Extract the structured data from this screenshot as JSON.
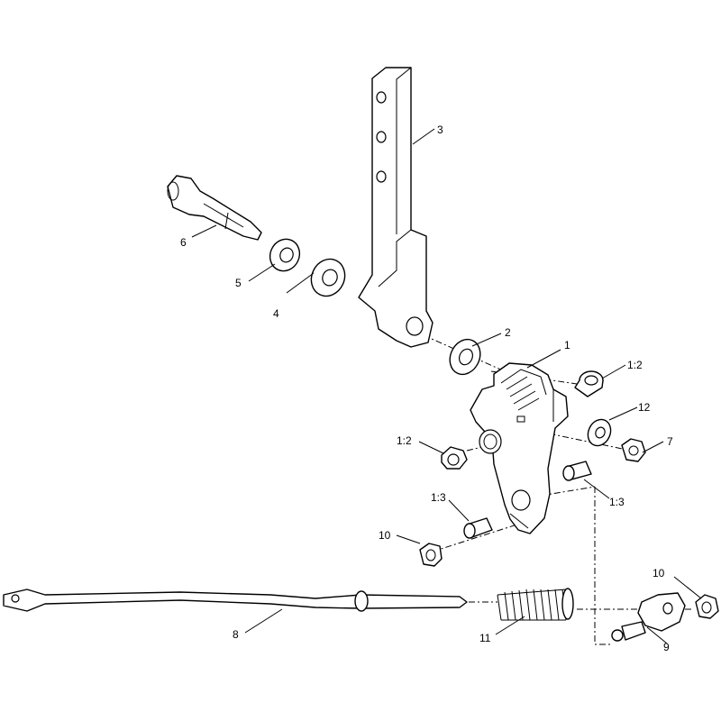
{
  "callouts": {
    "c1": "1",
    "c2": "2",
    "c3": "3",
    "c4": "4",
    "c5": "5",
    "c6": "6",
    "c7": "7",
    "c8": "8",
    "c9": "9",
    "c10a": "10",
    "c10b": "10",
    "c11": "11",
    "c12": "12",
    "c1_2a": "1:2",
    "c1_2b": "1:2",
    "c1_3a": "1:3",
    "c1_3b": "1:3"
  }
}
